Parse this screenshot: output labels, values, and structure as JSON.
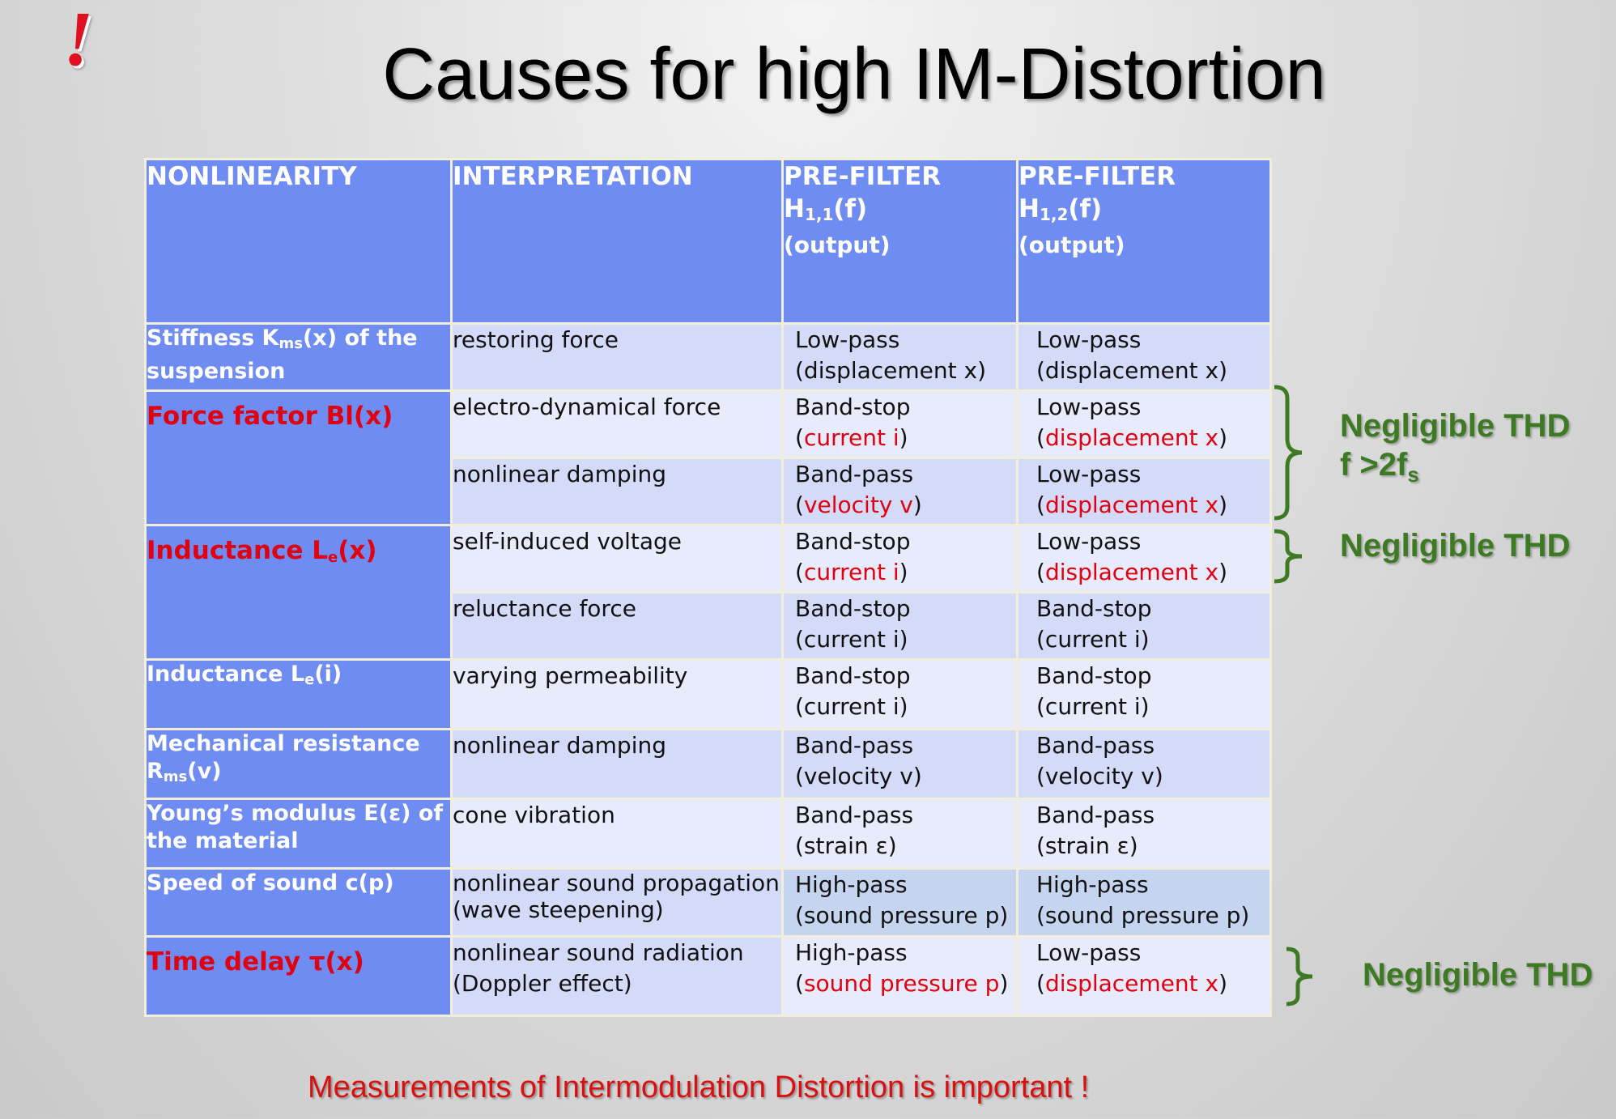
{
  "slide": {
    "mark": "!",
    "title": "Causes for high IM-Distortion",
    "footer": "Measurements of Intermodulation Distortion is important !"
  },
  "table": {
    "headers": {
      "nonlinearity": "NONLINEARITY",
      "interpretation": "INTERPRETATION",
      "prefilter1": {
        "line1": "PRE-FILTER",
        "h": "H",
        "sub": "1,1",
        "arg": "(f)",
        "note": "(output)"
      },
      "prefilter2": {
        "line1": "PRE-FILTER",
        "h": "H",
        "sub": "1,2",
        "arg": "(f)",
        "note": "(output)"
      }
    },
    "nonlinearities": {
      "stiffness": {
        "pre": "Stiffness K",
        "sub": "ms",
        "post": "(x) of the suspension"
      },
      "force": {
        "text": "Force factor Bl(x)"
      },
      "inductance_x": {
        "pre": "Inductance L",
        "sub": "e",
        "post": "(x)"
      },
      "inductance_i": {
        "pre": "Inductance L",
        "sub": "e",
        "post": "(i)"
      },
      "mech": {
        "pre": "Mechanical resistance R",
        "sub": "ms",
        "post": "(v)"
      },
      "young": {
        "text": " Young’s modulus E(ε) of the material"
      },
      "speed": {
        "text": "Speed of sound c(p)"
      },
      "delay": {
        "text": "Time delay τ(x)"
      }
    },
    "rows": [
      {
        "interp": "restoring force",
        "f1a": "Low-pass",
        "f1b": "(displacement x)",
        "f2a": "Low-pass",
        "f2b": "(displacement x)"
      },
      {
        "interp": "electro-dynamical force",
        "f1a": "Band-stop",
        "f1o": "(",
        "f1r": "current i",
        "f1c": ")",
        "f2a": "Low-pass",
        "f2o": "(",
        "f2r": "displacement x",
        "f2c": ")"
      },
      {
        "interp": "nonlinear damping",
        "f1a": "Band-pass",
        "f1o": "(",
        "f1r": "velocity v",
        "f1c": ")",
        "f2a": "Low-pass",
        "f2o": "(",
        "f2r": "displacement x",
        "f2c": ")"
      },
      {
        "interp": "self-induced voltage",
        "f1a": "Band-stop",
        "f1o": "(",
        "f1r": "current i",
        "f1c": ")",
        "f2a": "Low-pass",
        "f2o": "(",
        "f2r": "displacement x",
        "f2c": ")"
      },
      {
        "interp": "reluctance force",
        "f1a": "Band-stop",
        "f1b": "(current i)",
        "f2a": "Band-stop",
        "f2b": "(current i)"
      },
      {
        "interp": "varying permeability",
        "f1a": "Band-stop",
        "f1b": "(current i)",
        "f2a": "Band-stop",
        "f2b": "(current i)"
      },
      {
        "interp": "nonlinear damping",
        "f1a": "Band-pass",
        "f1b": "(velocity v)",
        "f2a": "Band-pass",
        "f2b": "(velocity v)"
      },
      {
        "interp": "cone vibration",
        "f1a": "Band-pass",
        "f1b": "(strain ε)",
        "f2a": "Band-pass",
        "f2b": "(strain ε)"
      },
      {
        "interp": "nonlinear sound propagation (wave steepening)",
        "f1a": "High-pass",
        "f1b": "(sound pressure p)",
        "f2a": "High-pass",
        "f2b": "(sound pressure p)"
      },
      {
        "interp": "nonlinear sound radiation (Doppler effect)",
        "f1a": "High-pass",
        "f1o": "(",
        "f1r": "sound pressure p",
        "f1c": ")",
        "f2a": "Low-pass",
        "f2o": "(",
        "f2r": "displacement x",
        "f2c": ")"
      }
    ]
  },
  "annotations": {
    "a1_line1": "Negligible THD",
    "a1_line2_pre": "f >2f",
    "a1_line2_sub": "s",
    "a2": "Negligible THD",
    "a3": "Negligible THD"
  },
  "colors": {
    "header_blue": "#6f8cf2",
    "emphasis_red": "#e00010",
    "annotation_green": "#3e7a24"
  }
}
